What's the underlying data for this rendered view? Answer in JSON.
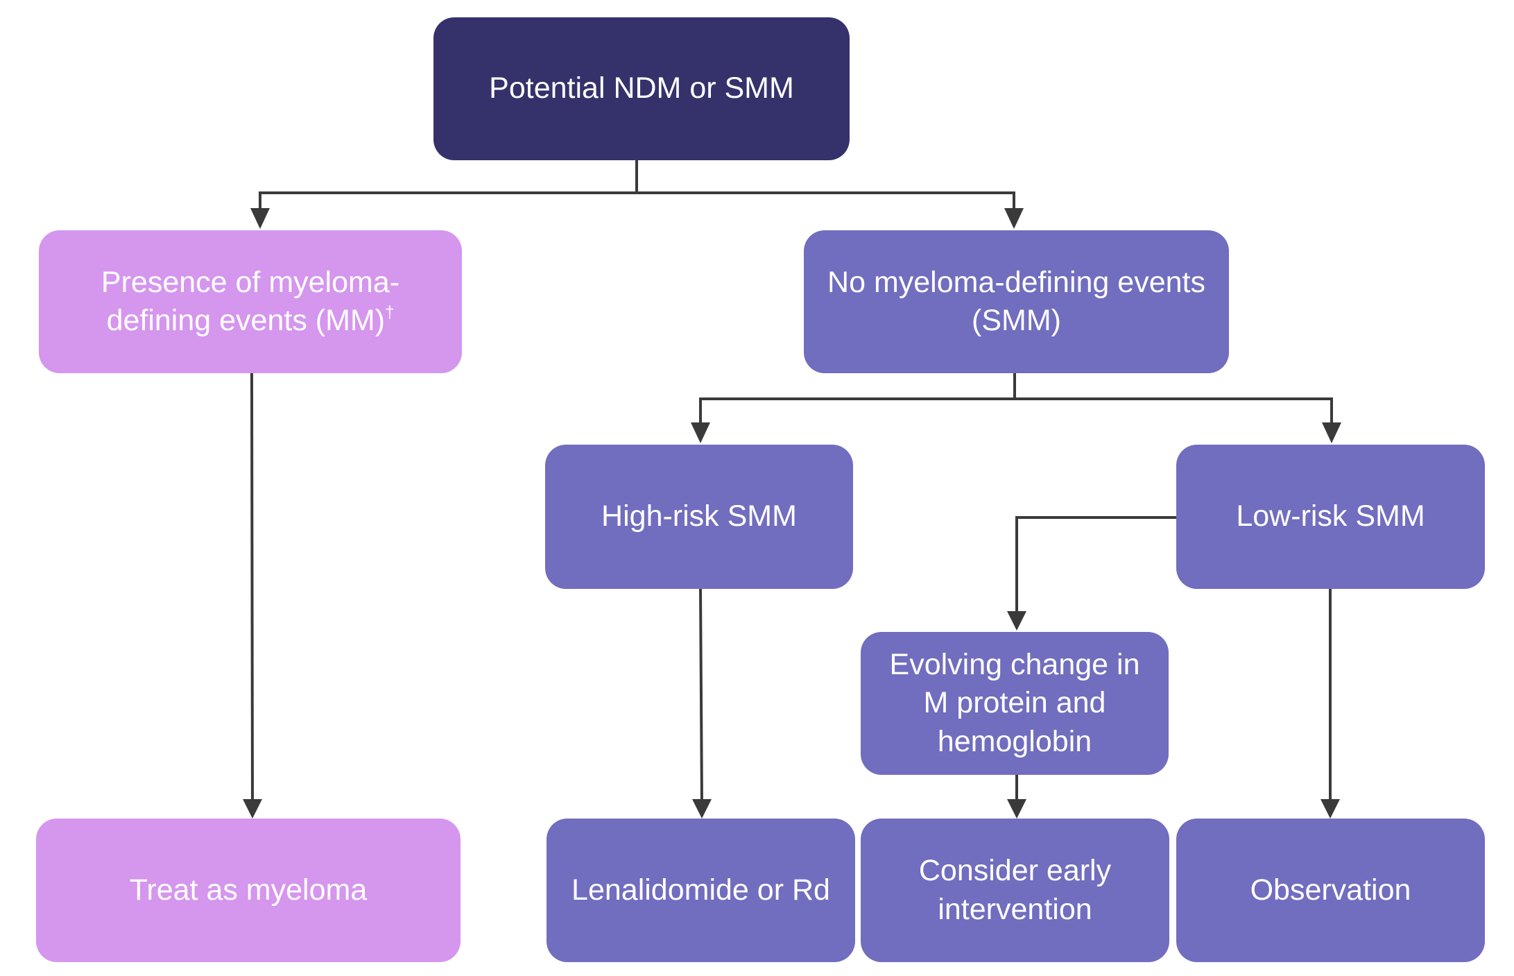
{
  "diagram": {
    "colors": {
      "root": "#35316b",
      "myeloma_path": "#d596ee",
      "smm_path": "#716dbf",
      "connector": "#3a3a3a",
      "text": "#ffffff"
    },
    "nodes": {
      "root": {
        "text": "Potential NDM or SMM"
      },
      "presence": {
        "text": "Presence of myeloma-defining events (MM)",
        "footnote_mark": "†"
      },
      "no_events": {
        "line1": "No myeloma-defining events",
        "line2": "(SMM)"
      },
      "high_risk": {
        "text": "High-risk SMM"
      },
      "low_risk": {
        "text": "Low-risk SMM"
      },
      "evolving": {
        "text": "Evolving change in M protein and hemoglobin"
      },
      "treat": {
        "text": "Treat as myeloma"
      },
      "lenalidomide": {
        "text": "Lenalidomide or Rd"
      },
      "consider": {
        "text": "Consider early intervention"
      },
      "observation": {
        "text": "Observation"
      }
    },
    "edges": [
      {
        "from": "root",
        "to": "presence"
      },
      {
        "from": "root",
        "to": "no_events"
      },
      {
        "from": "presence",
        "to": "treat"
      },
      {
        "from": "no_events",
        "to": "high_risk"
      },
      {
        "from": "no_events",
        "to": "low_risk"
      },
      {
        "from": "high_risk",
        "to": "lenalidomide"
      },
      {
        "from": "low_risk",
        "to": "evolving"
      },
      {
        "from": "evolving",
        "to": "consider"
      },
      {
        "from": "low_risk",
        "to": "observation"
      }
    ]
  }
}
